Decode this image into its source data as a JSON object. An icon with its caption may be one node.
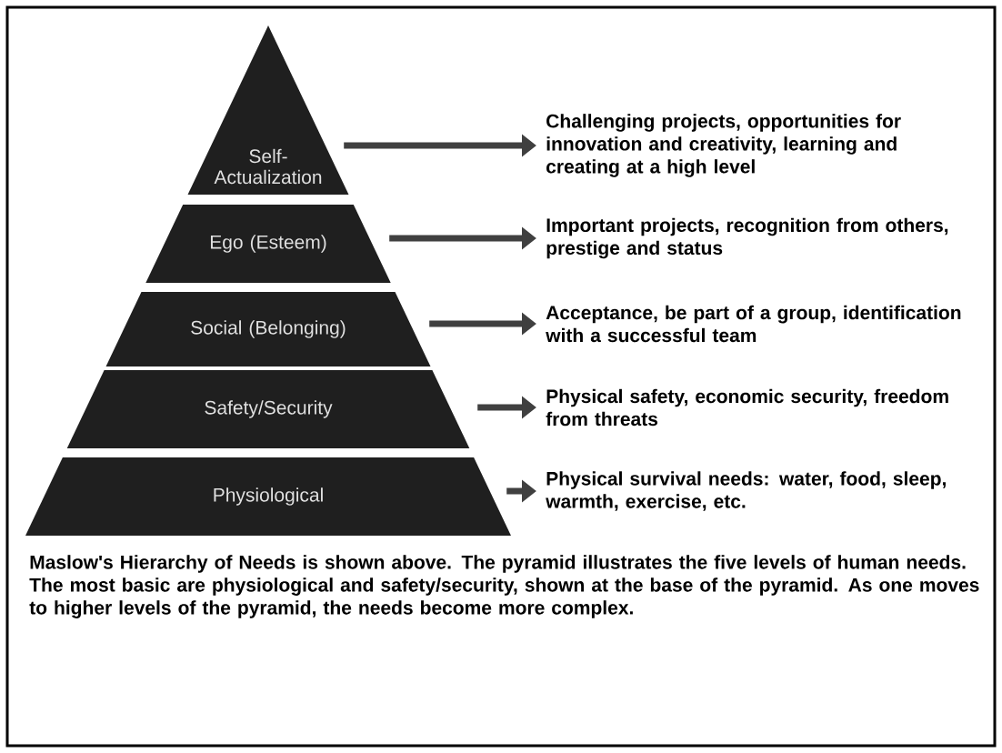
{
  "diagram": {
    "caption": "Maslow's Hierarchy of Needs is shown above.  The pyramid illustrates the five levels of human needs.  The most basic are physiological and safety/security, shown at the base of the pyramid.  As one moves to higher levels of the pyramid, the needs become more complex.",
    "nodes": [
      {
        "text": [
          "Self- Actualization"
        ]
      },
      {
        "text": [
          "Ego (Esteem)"
        ]
      },
      {
        "text": [
          "Social (Belonging)"
        ]
      },
      {
        "text": [
          "Safety/Security"
        ]
      },
      {
        "text": [
          "Physiological"
        ]
      },
      {
        "text": [
          "Challenging projects, opportunities for innovation and creativity, learning and creating at a high level"
        ]
      },
      {
        "text": [
          "Important projects, recognition from others, prestige and status"
        ]
      },
      {
        "text": [
          "Acceptance, be part of a group, identification with a successful team"
        ]
      },
      {
        "text": [
          "Physical safety, economic security, freedom from threats"
        ]
      },
      {
        "text": [
          "Physical survival needs: water, food, sleep, warmth, exercise, etc."
        ]
      }
    ],
    "edges": [
      {
        "from": 0,
        "to": 5,
        "arrow": "to"
      },
      {
        "from": 1,
        "to": 6,
        "arrow": "to"
      },
      {
        "from": 2,
        "to": 7,
        "arrow": "to"
      },
      {
        "from": 3,
        "to": 8,
        "arrow": "to"
      },
      {
        "from": 4,
        "to": 9,
        "arrow": "to"
      }
    ]
  }
}
